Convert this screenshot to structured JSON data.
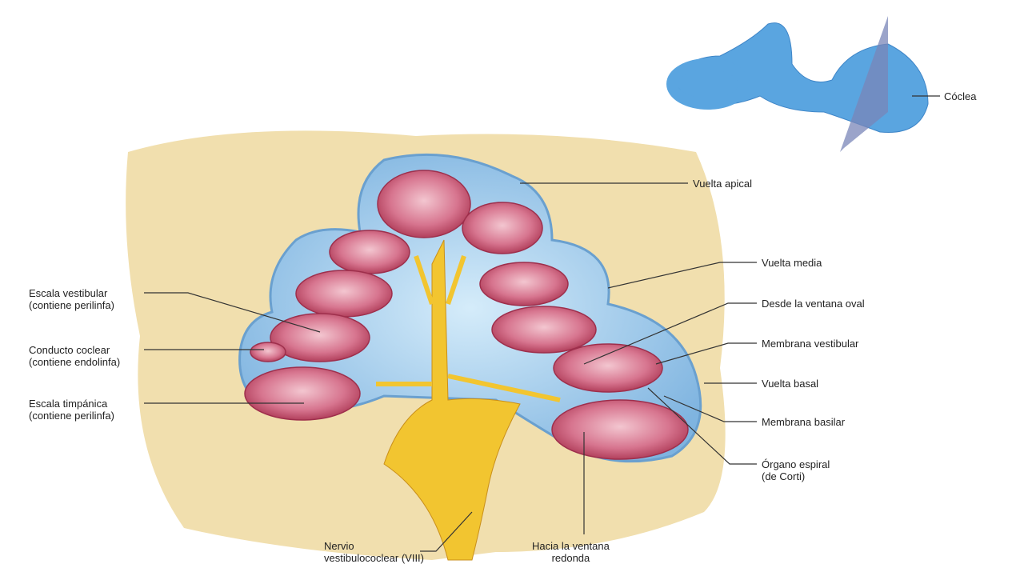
{
  "labels": {
    "coclea": "Cóclea",
    "vuelta_apical": "Vuelta apical",
    "vuelta_media": "Vuelta media",
    "desde_ventana_oval": "Desde la ventana oval",
    "membrana_vestibular": "Membrana vestibular",
    "vuelta_basal": "Vuelta basal",
    "membrana_basilar": "Membrana basilar",
    "organo_espiral": [
      "Órgano espiral",
      "(de Corti)"
    ],
    "escala_vestibular": [
      "Escala vestibular",
      "(contiene perilinfa)"
    ],
    "conducto_coclear": [
      "Conducto coclear",
      "(contiene endolinfa)"
    ],
    "escala_timpanica": [
      "Escala timpánica",
      "(contiene perilinfa)"
    ],
    "nervio": [
      "Nervio",
      "vestibulococlear (VIII)"
    ],
    "ventana_redonda": [
      "Hacia la ventana",
      "redonda"
    ]
  },
  "colors": {
    "bone": "#f1dfae",
    "fluid": "#9cc8ea",
    "duct": "#c04a6a",
    "nerve": "#f2c530",
    "line": "#333333"
  }
}
